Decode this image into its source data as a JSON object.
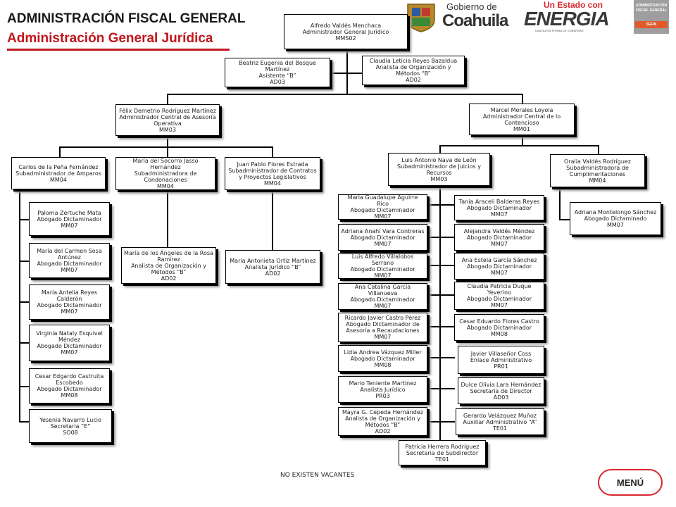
{
  "header": {
    "title": "ADMINISTRACIÓN FISCAL GENERAL",
    "subtitle": "Administración General Jurídica"
  },
  "logos": {
    "gob_line1": "Gobierno de",
    "gob_line2": "Coahuila",
    "energia_line1": "Un Estado con",
    "energia_line2": "ENERGIA",
    "energia_tagline": "UNA NUEVA FORMA DE GOBERNAR",
    "afg_line1": "ADMINISTRACIÓN",
    "afg_line2": "FISCAL GENERAL",
    "afg_line3": "SEFIN"
  },
  "boxes": {
    "agj": [
      "Alfredo Valdés Menchaca",
      "Administrador General Jurídico",
      "MMS02"
    ],
    "asist": [
      "Beatriz Eugenia del Bosque",
      "Martínez",
      "Asistente “B”",
      "AD03"
    ],
    "analista1": [
      "Claudia Leticia Reyes Bazaldua",
      "Analista de Organización y",
      "Métodos “B”",
      "AD02"
    ],
    "asesoria": [
      "Félix Demetrio Rodríguez Martínez",
      "Administrador Central de Asesoría",
      "Operativa",
      "MM03"
    ],
    "contencioso": [
      "Marcel Morales Loyola",
      "Administrador Central de lo",
      "Contencioso",
      "MM01"
    ],
    "amparos": [
      "Carlos de la Peña Fernández",
      "Subadministrador de Amparos",
      "MM04"
    ],
    "condonaciones": [
      "María del Socorro Jasso",
      "Hernández",
      "Subadministradora de",
      "Condonaciones",
      "MM04"
    ],
    "contratos": [
      "Juan Pablo Flores Estrada",
      "Subadministrador de Contratos",
      "y Proyectos Legislativos",
      "MM04"
    ],
    "juicios": [
      "Luis Antonio Nava de León",
      "Subadministrador de Juicios y",
      "Recursos",
      "MM03"
    ],
    "cumplimentaciones": [
      "Oralia Valdés Rodríguez",
      "Subadministradora de",
      "Cumplimentaciones",
      "MM04"
    ],
    "amp1": [
      "Paloma Zertuche Mata",
      "Abogado Dictaminador",
      "MM07"
    ],
    "amp2": [
      "María del Carmen Sosa",
      "Antúnez",
      "Abogado Dictaminador",
      "MM07"
    ],
    "amp3": [
      "María Antelia Reyes",
      "Calderón",
      "Abogado Dictaminador",
      "MM07"
    ],
    "amp4": [
      "Virginia Nataly Esquivel",
      "Méndez",
      "Abogado Dictaminador",
      "MM07"
    ],
    "amp5": [
      "Cesar Edgardo Castruita",
      "Escobedo",
      "Abogado Dictaminador",
      "MM08"
    ],
    "amp6": [
      "Yesenia Navarro Lucio",
      "Secretaria “E”",
      "SO08"
    ],
    "cond1": [
      "María de los Ángeles de la Rosa",
      "Ramírez",
      "Analista de Organización y",
      "Métodos “B”",
      "AD02"
    ],
    "cont1": [
      "María Antonieta Ortiz Martínez",
      "Analista Jurídico “B”",
      "AD02"
    ],
    "jl1": [
      "María Guadalupe Aguirre Rico",
      "Abogado Dictaminador",
      "MM07"
    ],
    "jl2": [
      "Adriana Anahí Vara Contreras",
      "Abogado Dictaminador",
      "MM07"
    ],
    "jl3": [
      "Luis Alfredo Villalobos Serrano",
      "Abogado Dictaminador",
      "MM07"
    ],
    "jl4": [
      "Ana Catalina García Villanueva",
      "Abogado Dictaminador",
      "MM07"
    ],
    "jl5": [
      "Ricardo Javier Castro Pérez",
      "Abogado Dictaminador de",
      "Asesoría a Recaudaciones",
      "MM07"
    ],
    "jl6": [
      "Lidia Andrea Vázquez Miller",
      "Abogado Dictaminador",
      "MM08"
    ],
    "jl7": [
      "Mario Teniente Martínez",
      "Analista Jurídico",
      "PR03"
    ],
    "jl8": [
      "Mayra G. Cepeda Hernández",
      "Analista de Organización y",
      "Métodos “B”",
      "AD02"
    ],
    "jr1": [
      "Tania Araceli Balderas Reyes",
      "Abogado Dictaminador",
      "MM07"
    ],
    "jr2": [
      "Alejandra Valdés Méndez",
      "Abogado Dictaminador",
      "MM07"
    ],
    "jr3": [
      "Ana Estela García Sánchez",
      "Abogado Dictaminador",
      "MM07"
    ],
    "jr4": [
      "Claudia Patricia Duque",
      "Yeverino",
      "Abogado Dictaminador",
      "MM07"
    ],
    "jr5": [
      "Cesar Eduardo Flores Castro",
      "Abogado Dictaminador",
      "MM08"
    ],
    "jr6": [
      "Javier Villaseñor Coss",
      "Enlace Administrativo",
      "PR01"
    ],
    "jr7": [
      "Dulce Olivia Lara Hernández",
      "Secretaria de Director",
      "AD03"
    ],
    "jr8": [
      "Gerardo Velázquez Muñoz",
      "Auxiliar Administrativo “A”",
      "TE01"
    ],
    "sec_sub": [
      "Patricia Herrera Rodríguez",
      "Secretaria de Subdirector",
      "TE01"
    ],
    "cum1": [
      "Adriana Montelongo Sánchez",
      "Abogado Dictaminado",
      "MM07"
    ]
  },
  "footer": {
    "note": "NO EXISTEN VACANTES",
    "menu_label": "MENÚ"
  }
}
